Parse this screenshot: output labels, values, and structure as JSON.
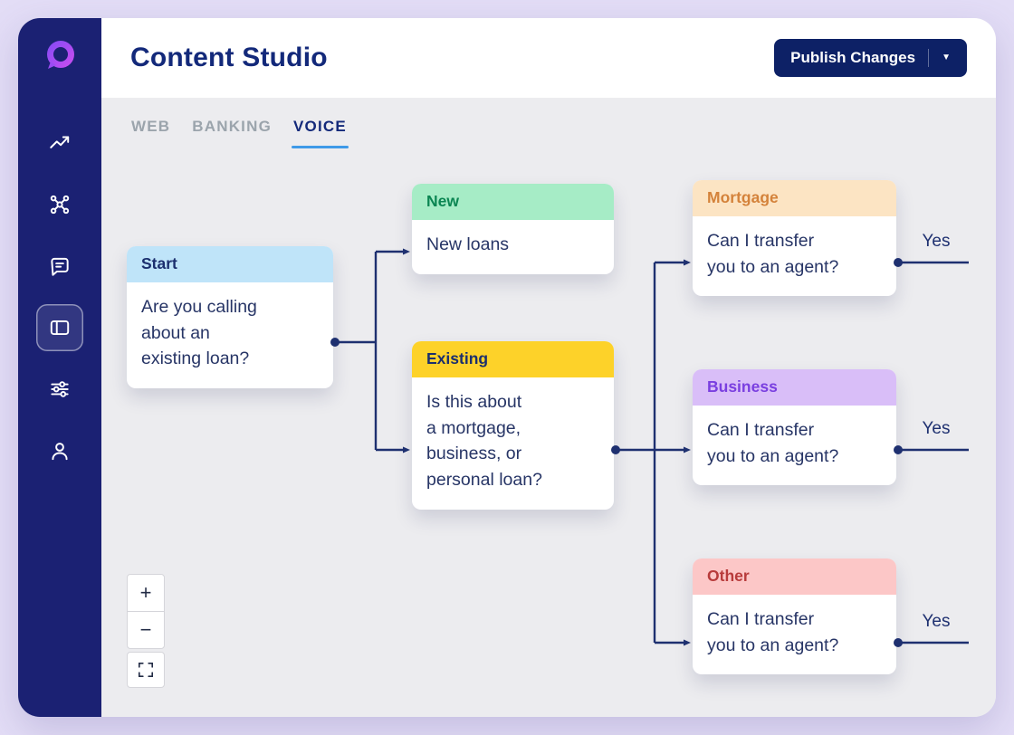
{
  "header": {
    "title": "Content Studio",
    "publish_button": {
      "label": "Publish Changes",
      "caret": "▼"
    }
  },
  "tabs": [
    {
      "label": "WEB",
      "active": false
    },
    {
      "label": "BANKING",
      "active": false
    },
    {
      "label": "VOICE",
      "active": true
    }
  ],
  "sidebar": {
    "logo_icon": "brand-logo",
    "items": [
      {
        "icon": "analytics-line-chart"
      },
      {
        "icon": "workflow-nodes"
      },
      {
        "icon": "conversations-bubble"
      },
      {
        "icon": "content-card",
        "active": true
      },
      {
        "icon": "settings-sliders"
      },
      {
        "icon": "user-profile"
      }
    ]
  },
  "flow": {
    "connector_color": "#1e3070",
    "nodes": {
      "start": {
        "label": "Start",
        "text": [
          "Are you calling",
          "about an",
          "existing loan?"
        ],
        "header_bg": "#bfe4f9",
        "label_color": "#1b2f6e"
      },
      "new": {
        "label": "New",
        "text": [
          "New loans"
        ],
        "header_bg": "#a6ecc6",
        "label_color": "#0a8552"
      },
      "existing": {
        "label": "Existing",
        "text": [
          "Is this about",
          "a mortgage,",
          "business, or",
          "personal loan?"
        ],
        "header_bg": "#fdd229",
        "label_color": "#1b2f6e"
      },
      "mortgage": {
        "label": "Mortgage",
        "text": [
          "Can I transfer",
          "you to an agent?"
        ],
        "header_bg": "#fce4c3",
        "label_color": "#d4823a",
        "edge_label": "Yes"
      },
      "business": {
        "label": "Business",
        "text": [
          "Can I transfer",
          "you to an agent?"
        ],
        "header_bg": "#d9bef8",
        "label_color": "#7a3fe0",
        "edge_label": "Yes"
      },
      "other": {
        "label": "Other",
        "text": [
          "Can I transfer",
          "you to an agent?"
        ],
        "header_bg": "#fcc7c7",
        "label_color": "#b83b3b",
        "edge_label": "Yes"
      }
    }
  },
  "canvas_controls": {
    "zoom_in": "+",
    "zoom_out": "−"
  }
}
